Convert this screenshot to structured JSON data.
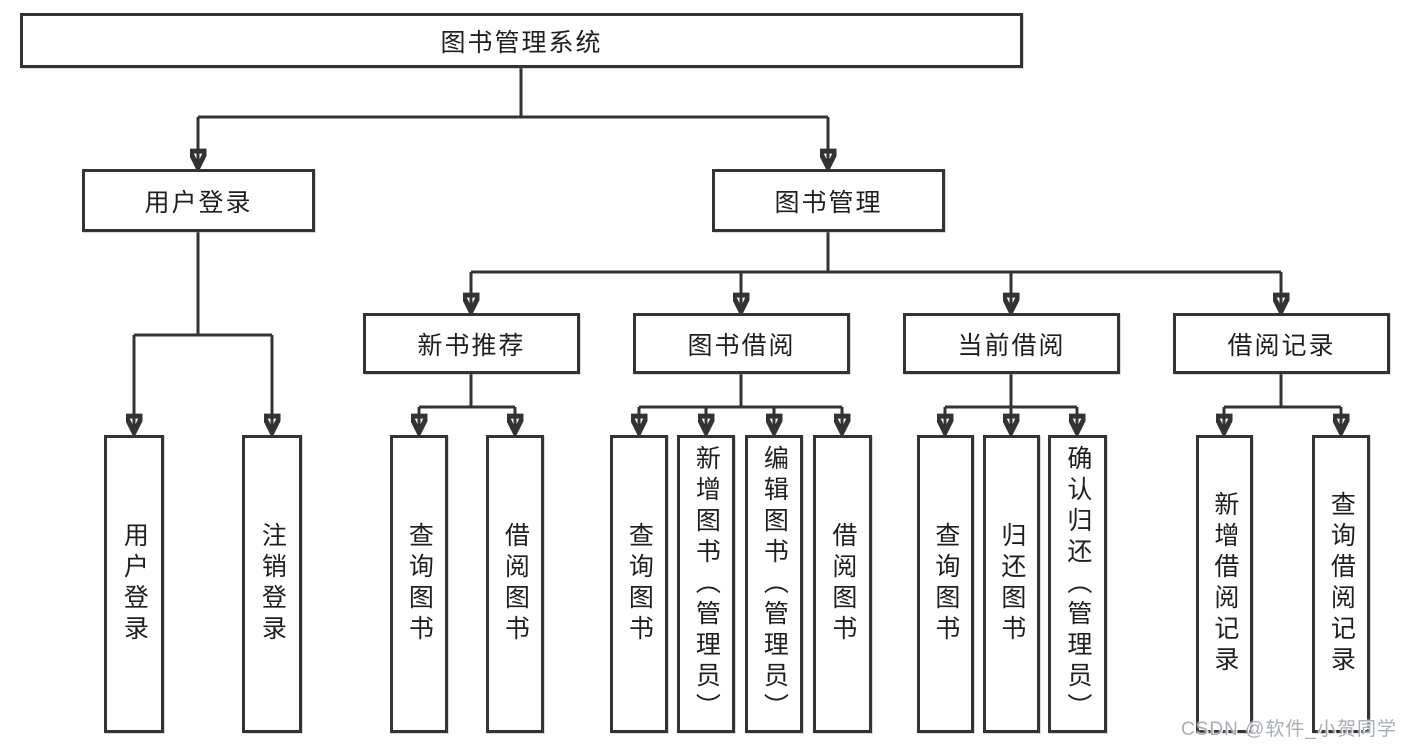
{
  "diagram": {
    "title": "图书管理系统",
    "root": {
      "label": "图书管理系统"
    },
    "level2": [
      {
        "label": "用户登录"
      },
      {
        "label": "图书管理"
      }
    ],
    "level3": [
      {
        "label": "新书推荐",
        "parent": "图书管理"
      },
      {
        "label": "图书借阅",
        "parent": "图书管理"
      },
      {
        "label": "当前借阅",
        "parent": "图书管理"
      },
      {
        "label": "借阅记录",
        "parent": "图书管理"
      }
    ],
    "leaves": [
      {
        "label": "用户登录",
        "parent": "用户登录"
      },
      {
        "label": "注销登录",
        "parent": "用户登录"
      },
      {
        "label": "查询图书",
        "parent": "新书推荐"
      },
      {
        "label": "借阅图书",
        "parent": "新书推荐"
      },
      {
        "label": "查询图书",
        "parent": "图书借阅"
      },
      {
        "label": "新增图书（管理员）",
        "parent": "图书借阅"
      },
      {
        "label": "编辑图书（管理员）",
        "parent": "图书借阅"
      },
      {
        "label": "借阅图书",
        "parent": "图书借阅"
      },
      {
        "label": "查询图书",
        "parent": "当前借阅"
      },
      {
        "label": "归还图书",
        "parent": "当前借阅"
      },
      {
        "label": "确认归还（管理员）",
        "parent": "当前借阅"
      },
      {
        "label": "新增借阅记录",
        "parent": "借阅记录"
      },
      {
        "label": "查询借阅记录",
        "parent": "借阅记录"
      }
    ]
  },
  "watermark": {
    "text": "CSDN @软件_小贺同学"
  },
  "colors": {
    "background": "#ffffff",
    "line": "#333333",
    "box_border": "#333333",
    "text": "#1f1f1f",
    "watermark": "#a9aeb4"
  }
}
